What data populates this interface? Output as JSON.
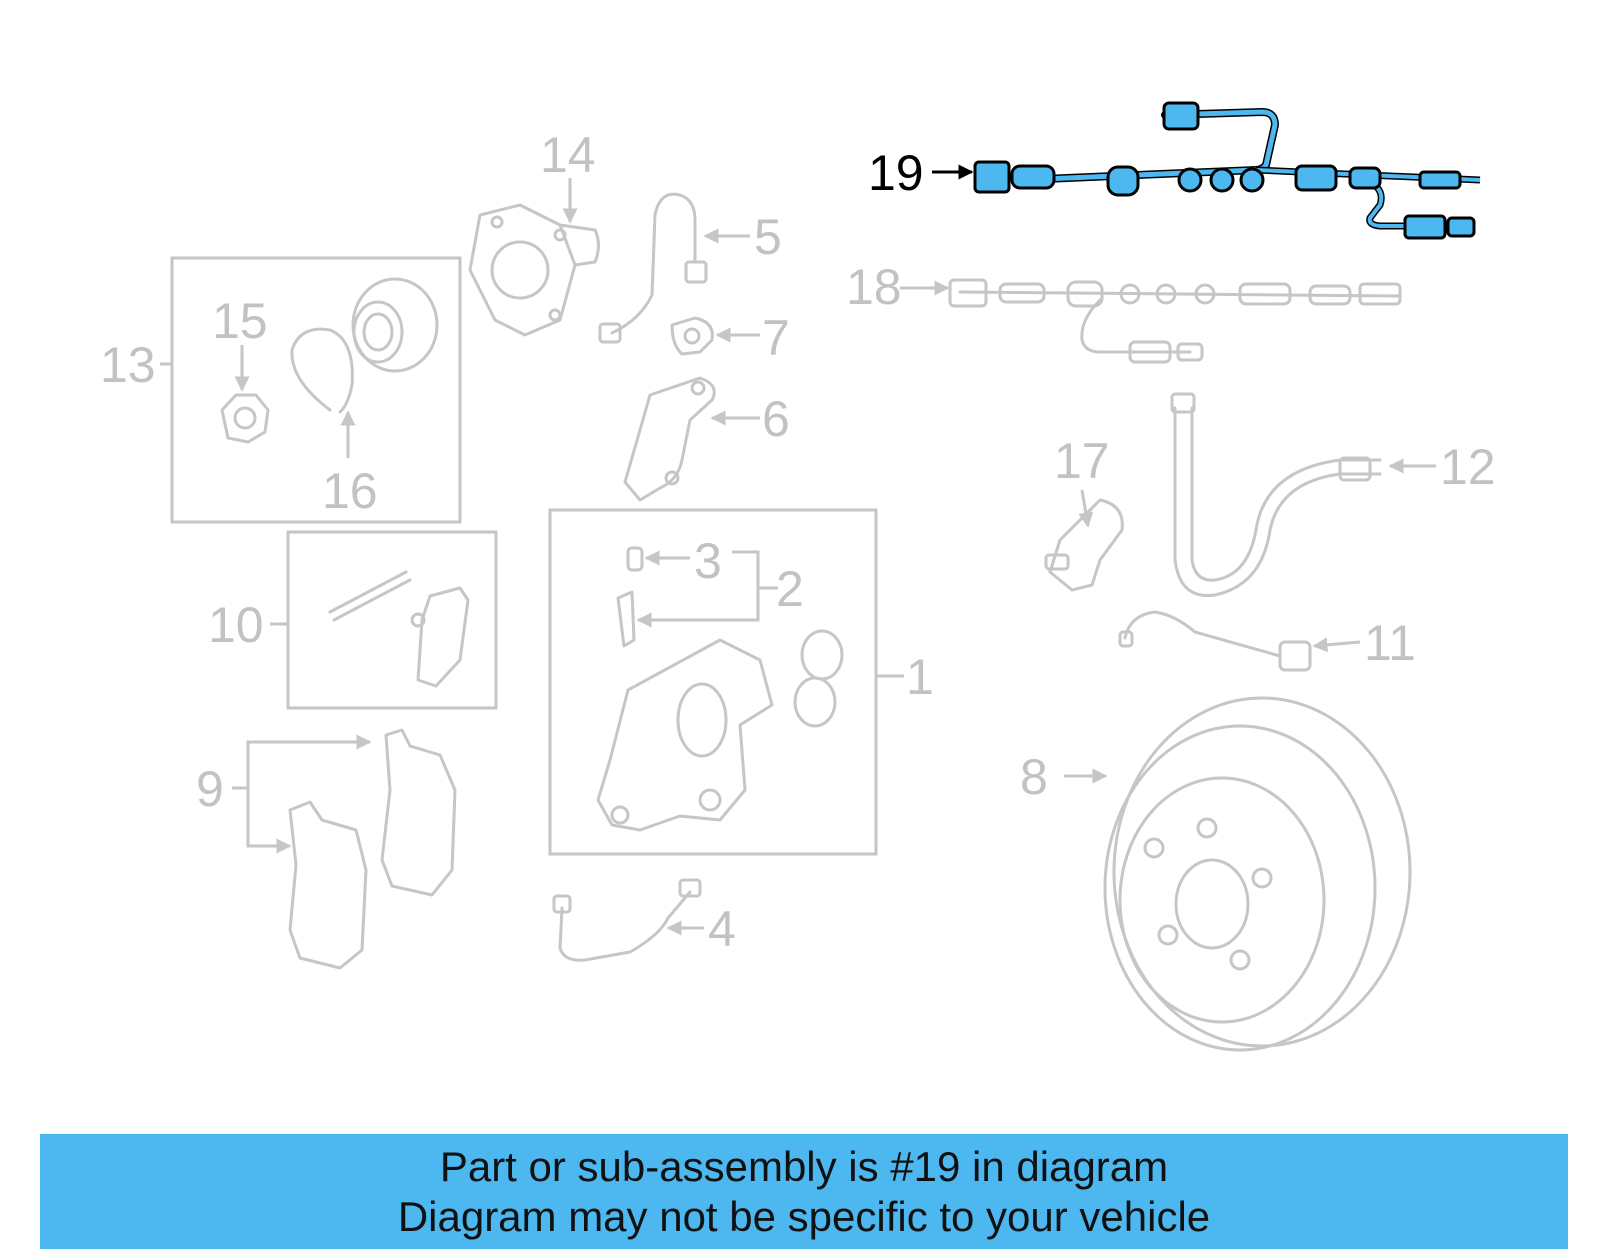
{
  "diagram": {
    "highlight_color": "#4db8f0",
    "part_color": "#c6c6c6",
    "callouts": {
      "c1": "1",
      "c2": "2",
      "c3": "3",
      "c4": "4",
      "c5": "5",
      "c6": "6",
      "c7": "7",
      "c8": "8",
      "c9": "9",
      "c10": "10",
      "c11": "11",
      "c12": "12",
      "c13": "13",
      "c14": "14",
      "c15": "15",
      "c16": "16",
      "c17": "17",
      "c18": "18",
      "c19": "19"
    }
  },
  "banner": {
    "color": "#4db8f0",
    "line1": "Part or sub-assembly is #19 in diagram",
    "line2": "Diagram may not be specific to your vehicle"
  }
}
